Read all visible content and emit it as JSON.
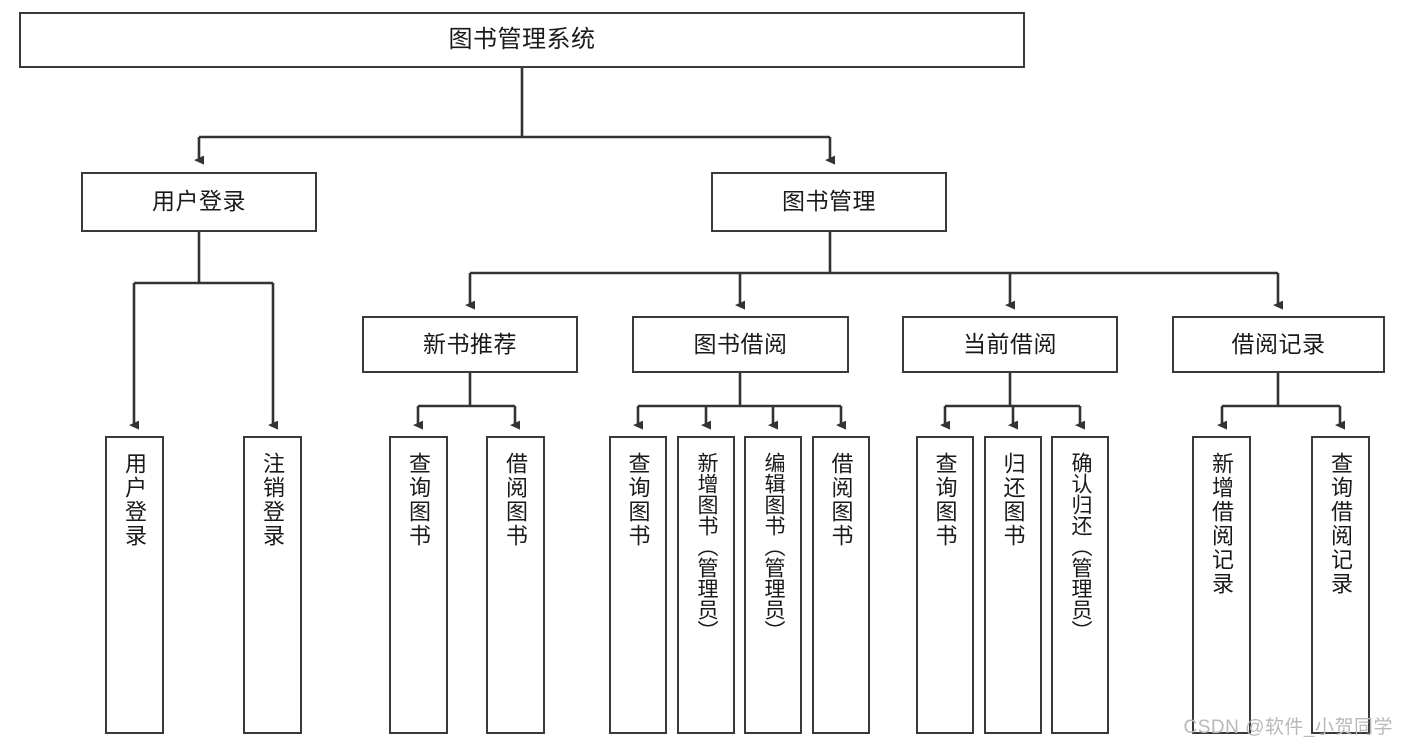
{
  "diagram": {
    "type": "tree-hierarchy",
    "title": "图书管理系统",
    "watermark": "CSDN @软件_小贺同学",
    "colors": {
      "border": "#3a3a3a",
      "background": "#ffffff",
      "text": "#1a1a1a",
      "edge": "#333333",
      "watermark": "#b9b9b9"
    }
  },
  "nodes": {
    "root": {
      "label": "图书管理系统"
    },
    "level2": [
      {
        "id": "user-login",
        "label": "用户登录"
      },
      {
        "id": "book-manage",
        "label": "图书管理"
      }
    ],
    "level3": [
      {
        "id": "new-book-recommend",
        "label": "新书推荐"
      },
      {
        "id": "book-borrow",
        "label": "图书借阅"
      },
      {
        "id": "current-borrow",
        "label": "当前借阅"
      },
      {
        "id": "borrow-record",
        "label": "借阅记录"
      }
    ],
    "leaves": {
      "user_login": [
        {
          "id": "leaf-user-login",
          "label": "用户登录"
        },
        {
          "id": "leaf-logout-login",
          "label": "注销登录"
        }
      ],
      "new_book_recommend": [
        {
          "id": "leaf-query-book-1",
          "label": "查询图书"
        },
        {
          "id": "leaf-borrow-book-1",
          "label": "借阅图书"
        }
      ],
      "book_borrow": [
        {
          "id": "leaf-query-book-2",
          "label": "查询图书"
        },
        {
          "id": "leaf-add-book",
          "label": "新增图书（管理员）"
        },
        {
          "id": "leaf-edit-book",
          "label": "编辑图书（管理员）"
        },
        {
          "id": "leaf-borrow-book-2",
          "label": "借阅图书"
        }
      ],
      "current_borrow": [
        {
          "id": "leaf-query-book-3",
          "label": "查询图书"
        },
        {
          "id": "leaf-return-book",
          "label": "归还图书"
        },
        {
          "id": "leaf-confirm-return",
          "label": "确认归还（管理员）"
        }
      ],
      "borrow_record": [
        {
          "id": "leaf-add-record",
          "label": "新增借阅记录"
        },
        {
          "id": "leaf-query-record",
          "label": "查询借阅记录"
        }
      ]
    }
  }
}
